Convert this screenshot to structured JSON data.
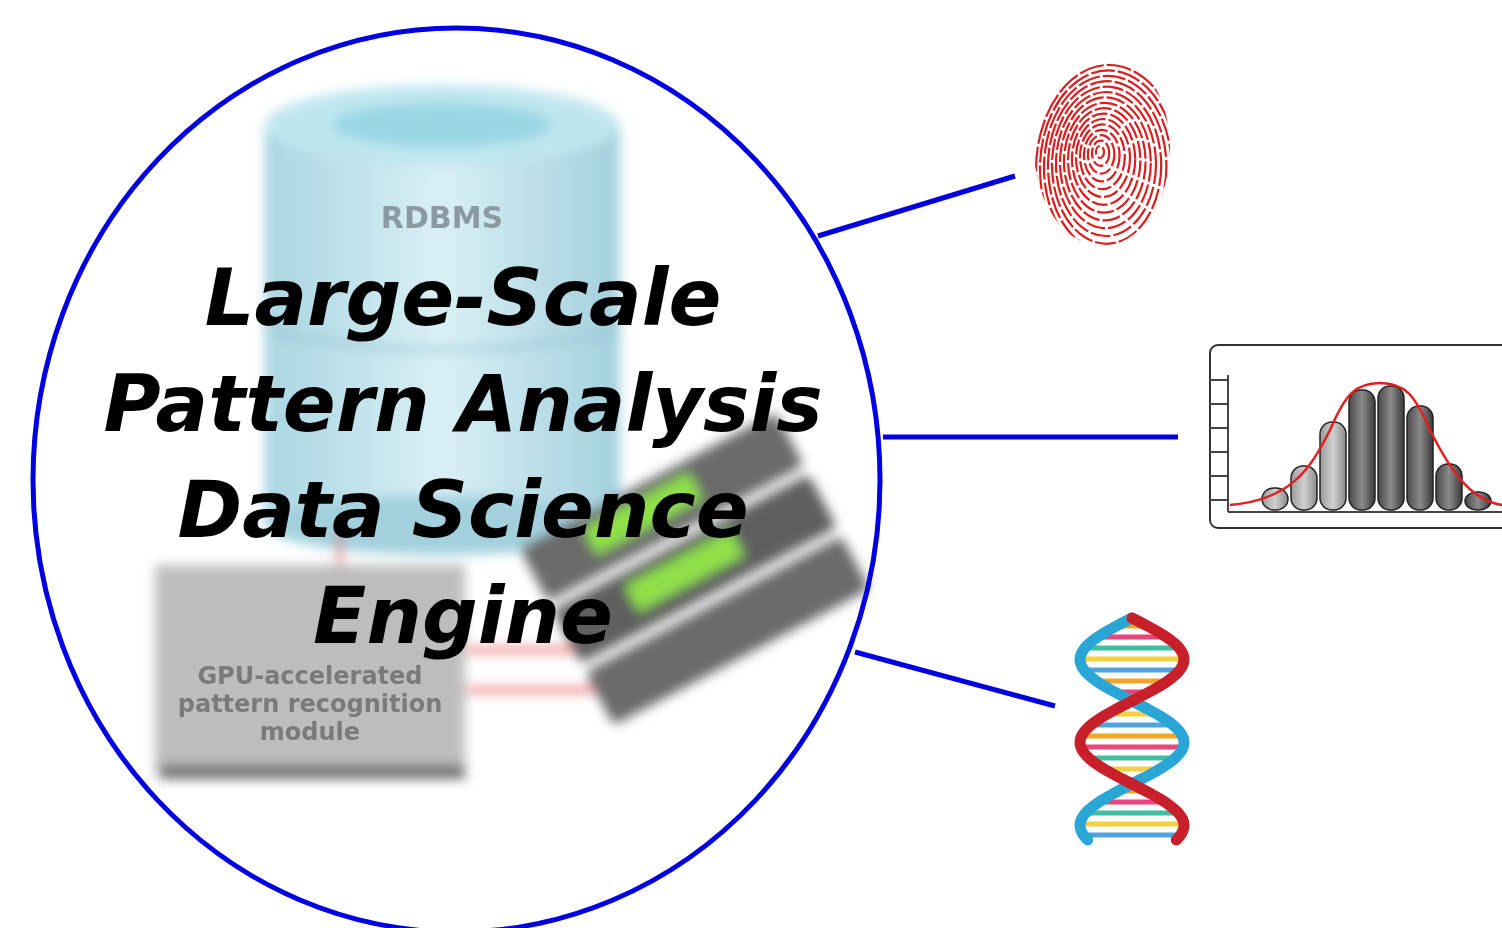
{
  "diagram": {
    "nodes": [
      {
        "text": [
          "Large-Scale Pattern Analysis Data Science Engine"
        ]
      }
    ],
    "labels": [
      "RDBMS",
      "GPU-accelerated pattern recognition module"
    ]
  }
}
